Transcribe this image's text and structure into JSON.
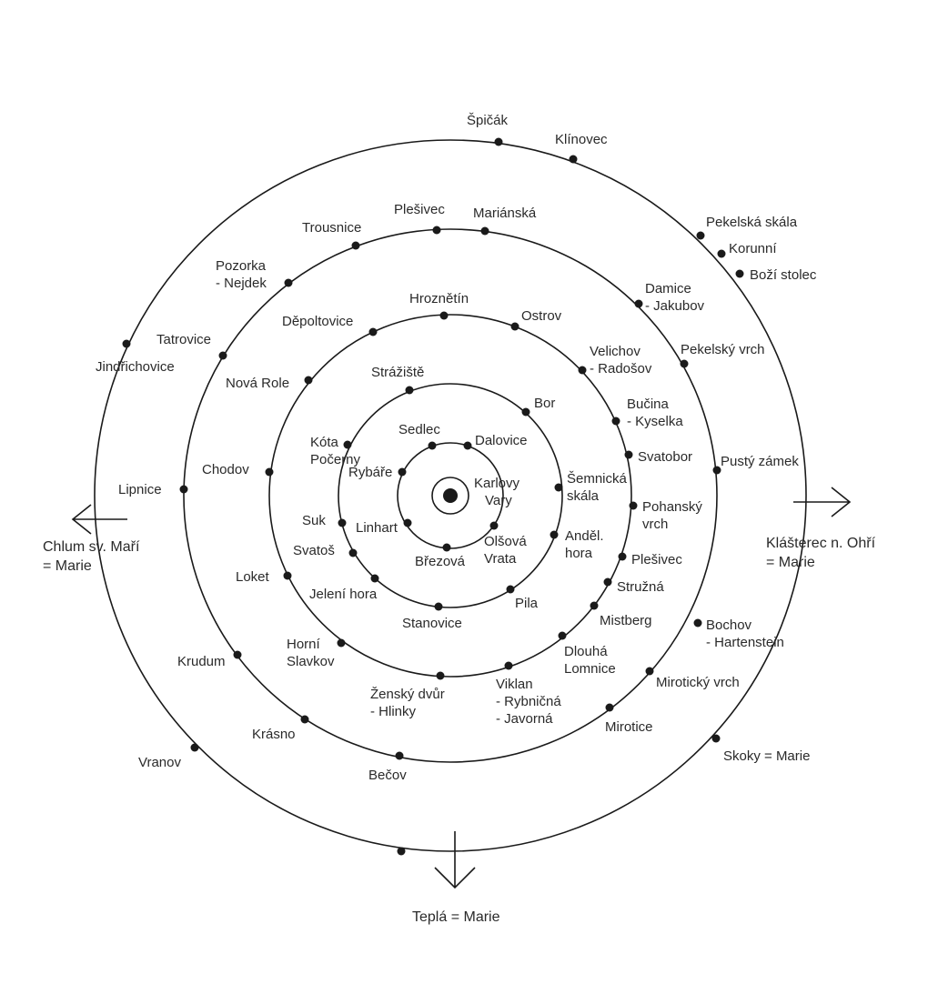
{
  "center_label": [
    "Karlovy",
    "Vary"
  ],
  "rings": [
    {
      "name": "ring-1",
      "places": [
        {
          "id": "sedlec",
          "lines": [
            "Sedlec"
          ]
        },
        {
          "id": "dalovice",
          "lines": [
            "Dalovice"
          ]
        },
        {
          "id": "rybare",
          "lines": [
            "Rybáře"
          ]
        },
        {
          "id": "linhart",
          "lines": [
            "Linhart"
          ]
        },
        {
          "id": "brezova",
          "lines": [
            "Březová"
          ]
        },
        {
          "id": "olsova-vrata",
          "lines": [
            "Olšová",
            "Vrata"
          ]
        }
      ]
    },
    {
      "name": "ring-2",
      "places": [
        {
          "id": "straziste",
          "lines": [
            "Strážiště"
          ]
        },
        {
          "id": "bor",
          "lines": [
            "Bor"
          ]
        },
        {
          "id": "kota-pocerny",
          "lines": [
            "Kóta",
            "Počerny"
          ]
        },
        {
          "id": "semnicka-skala",
          "lines": [
            "Šemnická",
            "skála"
          ]
        },
        {
          "id": "suk",
          "lines": [
            "Suk"
          ]
        },
        {
          "id": "andel-hora",
          "lines": [
            "Anděl.",
            "hora"
          ]
        },
        {
          "id": "svatos",
          "lines": [
            "Svatoš"
          ]
        },
        {
          "id": "jeleni-hora",
          "lines": [
            "Jelení hora"
          ]
        },
        {
          "id": "stanovice",
          "lines": [
            "Stanovice"
          ]
        },
        {
          "id": "pila",
          "lines": [
            "Pila"
          ]
        }
      ]
    },
    {
      "name": "ring-3",
      "places": [
        {
          "id": "hroznetin",
          "lines": [
            "Hroznětín"
          ]
        },
        {
          "id": "ostrov",
          "lines": [
            "Ostrov"
          ]
        },
        {
          "id": "depoltovice",
          "lines": [
            "Děpoltovice"
          ]
        },
        {
          "id": "velichov",
          "lines": [
            "Velichov",
            "- Radošov"
          ]
        },
        {
          "id": "nova-role",
          "lines": [
            "Nová Role"
          ]
        },
        {
          "id": "bucina",
          "lines": [
            "Bučina",
            "- Kyselka"
          ]
        },
        {
          "id": "svatobor",
          "lines": [
            "Svatobor"
          ]
        },
        {
          "id": "chodov",
          "lines": [
            "Chodov"
          ]
        },
        {
          "id": "pohansky-vrch",
          "lines": [
            "Pohanský",
            "vrch"
          ]
        },
        {
          "id": "plesivec-inner",
          "lines": [
            "Plešivec"
          ]
        },
        {
          "id": "loket",
          "lines": [
            "Loket"
          ]
        },
        {
          "id": "struzna",
          "lines": [
            "Stružná"
          ]
        },
        {
          "id": "mistberg",
          "lines": [
            "Mistberg"
          ]
        },
        {
          "id": "horni-slavkov",
          "lines": [
            "Horní",
            "Slavkov"
          ]
        },
        {
          "id": "dlouha-lomnice",
          "lines": [
            "Dlouhá",
            "Lomnice"
          ]
        },
        {
          "id": "zensky-dvur",
          "lines": [
            "Ženský dvůr",
            "- Hlinky"
          ]
        },
        {
          "id": "viklan",
          "lines": [
            "Viklan",
            "- Rybničná",
            "- Javorná"
          ]
        }
      ]
    },
    {
      "name": "ring-4",
      "places": [
        {
          "id": "trousnice",
          "lines": [
            "Trousnice"
          ]
        },
        {
          "id": "plesivec-outer",
          "lines": [
            "Plešivec"
          ]
        },
        {
          "id": "marianska",
          "lines": [
            "Mariánská"
          ]
        },
        {
          "id": "pozorka",
          "lines": [
            "Pozorka",
            "- Nejdek"
          ]
        },
        {
          "id": "damice",
          "lines": [
            "Damice",
            "- Jakubov"
          ]
        },
        {
          "id": "tatrovice",
          "lines": [
            "Tatrovice"
          ]
        },
        {
          "id": "pekelsky-vrch",
          "lines": [
            "Pekelský vrch"
          ]
        },
        {
          "id": "lipnice",
          "lines": [
            "Lipnice"
          ]
        },
        {
          "id": "pusty-zamek",
          "lines": [
            "Pustý zámek"
          ]
        },
        {
          "id": "bochov",
          "lines": [
            "Bochov",
            "- Hartenstein"
          ]
        },
        {
          "id": "mироticky",
          "lines": [
            "Mirotický vrch"
          ]
        },
        {
          "id": "krudum",
          "lines": [
            "Krudum"
          ]
        },
        {
          "id": "mirotice",
          "lines": [
            "Mirotice"
          ]
        },
        {
          "id": "krasno",
          "lines": [
            "Krásno"
          ]
        },
        {
          "id": "becov",
          "lines": [
            "Bečov"
          ]
        }
      ]
    },
    {
      "name": "ring-5",
      "places": [
        {
          "id": "spicak",
          "lines": [
            "Špičák"
          ]
        },
        {
          "id": "klinovec",
          "lines": [
            "Klínovec"
          ]
        },
        {
          "id": "pekelska-skala",
          "lines": [
            "Pekelská skála"
          ]
        },
        {
          "id": "korunni",
          "lines": [
            "Korunní"
          ]
        },
        {
          "id": "bozi-stolec",
          "lines": [
            "Boží stolec"
          ]
        },
        {
          "id": "jindrichovice",
          "lines": [
            "Jindřichovice"
          ]
        },
        {
          "id": "skoky",
          "lines": [
            "Skoky = Marie"
          ]
        },
        {
          "id": "vranov",
          "lines": [
            "Vranov"
          ]
        },
        {
          "id": "bottom-dot",
          "lines": []
        }
      ]
    }
  ],
  "directions": [
    {
      "id": "west",
      "lines": [
        "Chlum sv. Maří",
        "= Marie"
      ]
    },
    {
      "id": "east",
      "lines": [
        "Klášterec n. Ohří",
        "= Marie"
      ]
    },
    {
      "id": "south",
      "lines": [
        "Teplá = Marie"
      ]
    }
  ]
}
